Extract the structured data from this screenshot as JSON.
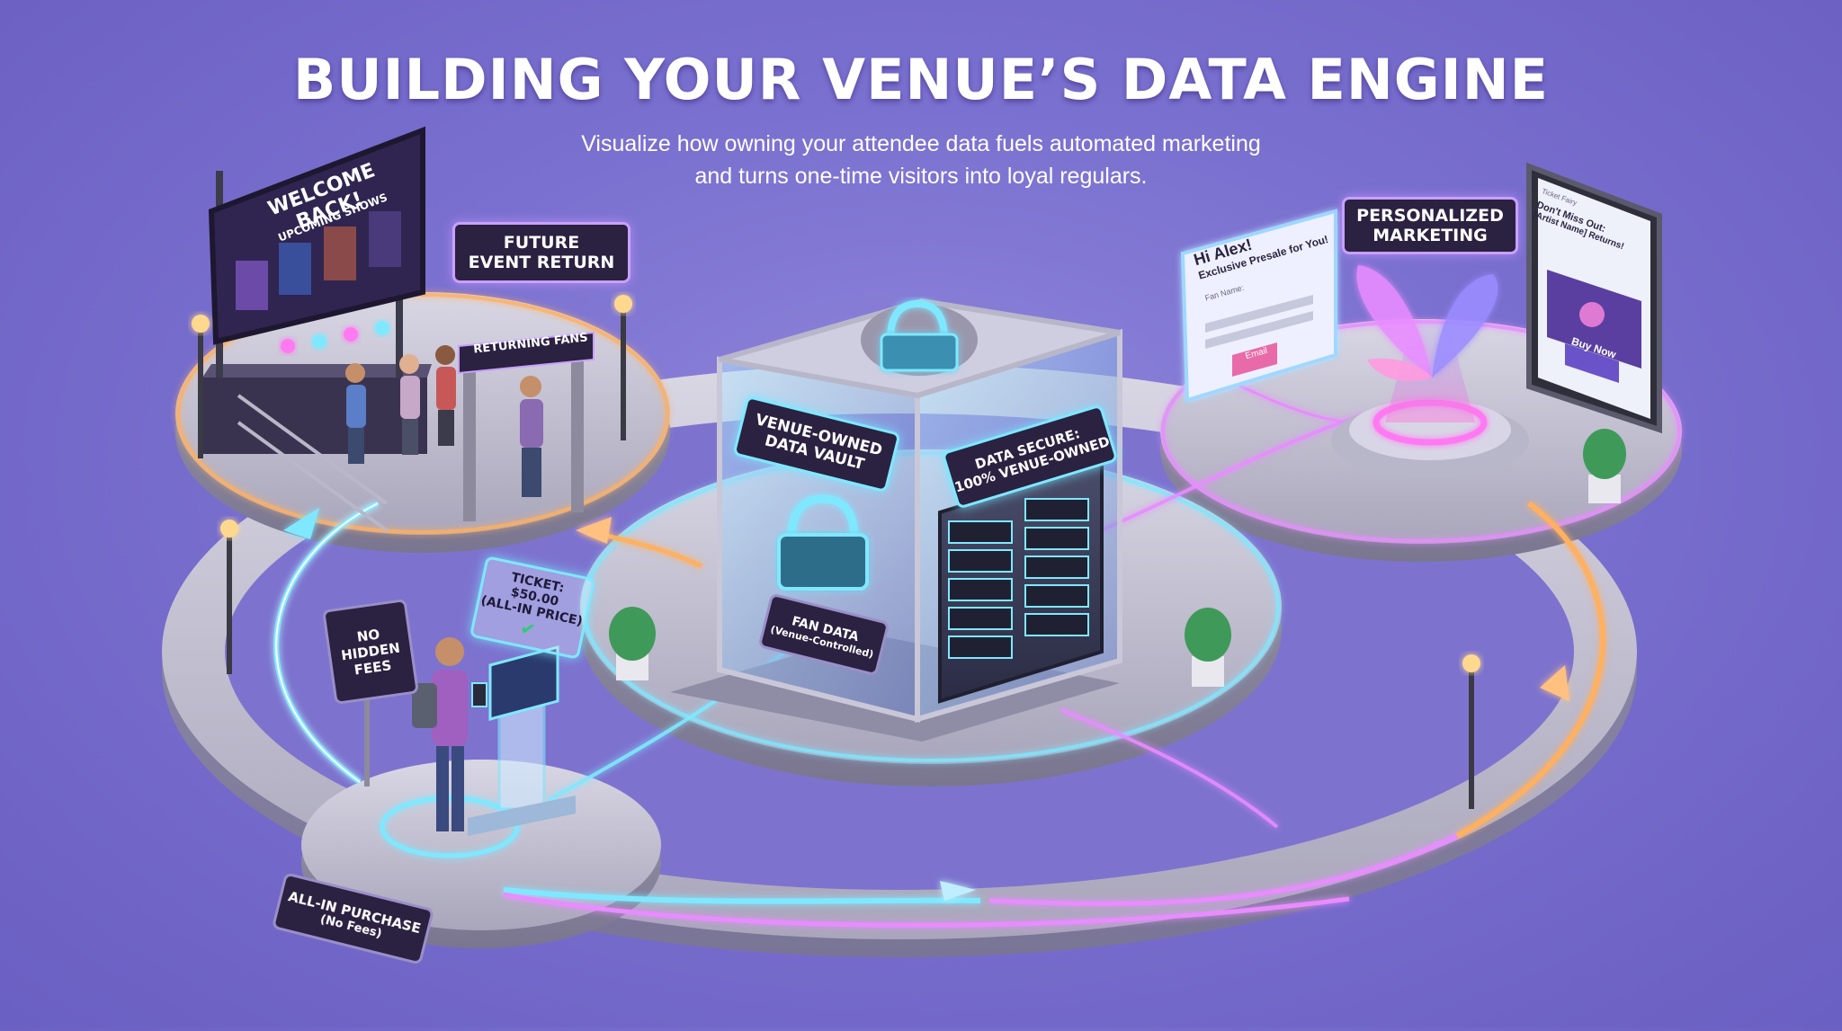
{
  "title": "BUILDING YOUR VENUE’S DATA ENGINE",
  "subtitle": {
    "line1": "Visualize how owning your attendee data fuels automated marketing",
    "line2": "and turns one-time visitors into loyal regulars."
  },
  "stage_screen": {
    "heading": "WELCOME BACK!",
    "subheading": "UPCOMING SHOWS"
  },
  "labels": {
    "future_event": {
      "line1": "FUTURE",
      "line2": "EVENT RETURN"
    },
    "returning_fans": "RETURNING FANS",
    "personalized": {
      "line1": "PERSONALIZED",
      "line2": "MARKETING"
    },
    "vault": {
      "line1": "VENUE-OWNED",
      "line2": "DATA VAULT"
    },
    "secure": {
      "line1": "DATA SECURE:",
      "line2": "100% VENUE-OWNED"
    },
    "fan_data": {
      "line1": "FAN DATA",
      "line2": "(Venue-Controlled)"
    },
    "no_fees": {
      "line1": "NO",
      "line2": "HIDDEN",
      "line3": "FEES"
    },
    "ticket": {
      "line1": "TICKET: $50.00",
      "line2": "(ALL-IN PRICE)"
    },
    "all_in": {
      "line1": "ALL-IN PURCHASE",
      "line2": "(No Fees)"
    }
  },
  "email_card": {
    "greeting": "Hi Alex!",
    "line": "Exclusive Presale for You!",
    "field": "Fan Name:",
    "button": "Email"
  },
  "phone": {
    "app": "Ticket Fairy",
    "headline1": "Don't Miss Out:",
    "headline2": "[Artist Name] Returns!",
    "button": "Buy Now"
  },
  "colors": {
    "background": "#7a70cf",
    "cyan_flow": "#7fe8ff",
    "orange_flow": "#ffb060",
    "magenta_flow": "#e88cff"
  }
}
